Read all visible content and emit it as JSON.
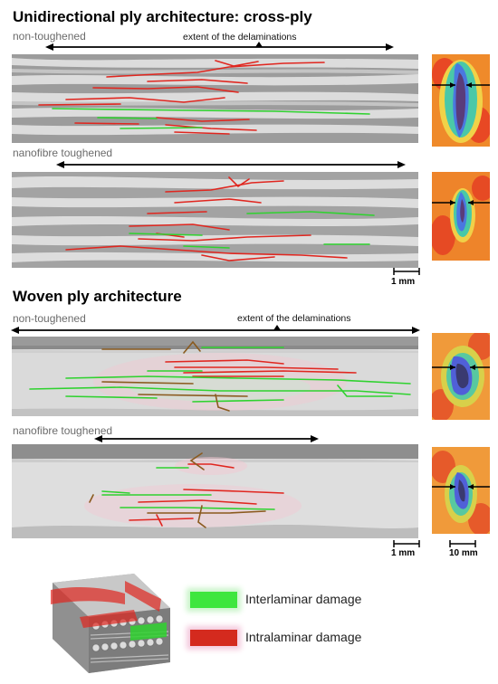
{
  "sections": [
    {
      "title": "Unidirectional ply architecture: cross-ply",
      "panels": [
        {
          "label": "non-toughened",
          "extent_label": "extent of the delaminations"
        },
        {
          "label": "nanofibre toughened"
        }
      ]
    },
    {
      "title": "Woven ply architecture",
      "panels": [
        {
          "label": "non-toughened",
          "extent_label": "extent of the delaminations"
        },
        {
          "label": "nanofibre toughened"
        }
      ]
    }
  ],
  "scale_bars": {
    "micrograph": "1 mm",
    "c_scan": "10 mm"
  },
  "legend": {
    "interlaminar": {
      "label": "Interlaminar damage",
      "color": "#3ee63e"
    },
    "intralaminar": {
      "label": "Intralaminar damage",
      "color": "#d42a1e"
    }
  },
  "colors": {
    "interlaminar": "#2ed62e",
    "intralaminar": "#e02a22",
    "woven_intra": "#8a5a1e"
  }
}
